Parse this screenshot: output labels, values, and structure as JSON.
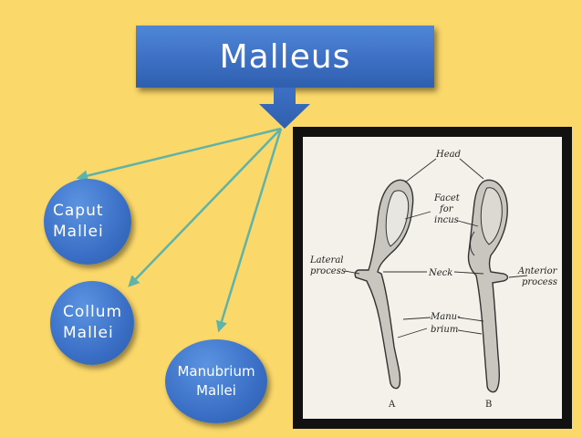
{
  "title": "Malleus",
  "nodes": {
    "caput": [
      "Caput",
      "Mallei"
    ],
    "collum": [
      "Collum",
      "Mallei"
    ],
    "manubrium": [
      "Manubrium",
      "Mallei"
    ]
  },
  "illustration": {
    "labels": {
      "head": "Head",
      "facet": [
        "Facet",
        "for",
        "incus"
      ],
      "lateral": [
        "Lateral",
        "process"
      ],
      "neck": "Neck",
      "anterior": [
        "Anterior",
        "process"
      ],
      "manubrium": [
        "Manu-",
        "brium"
      ],
      "a": "A",
      "b": "B"
    }
  },
  "colors": {
    "background": "#fbd86a",
    "box": "#3d70c4",
    "arrow": "#5fb3a8"
  }
}
